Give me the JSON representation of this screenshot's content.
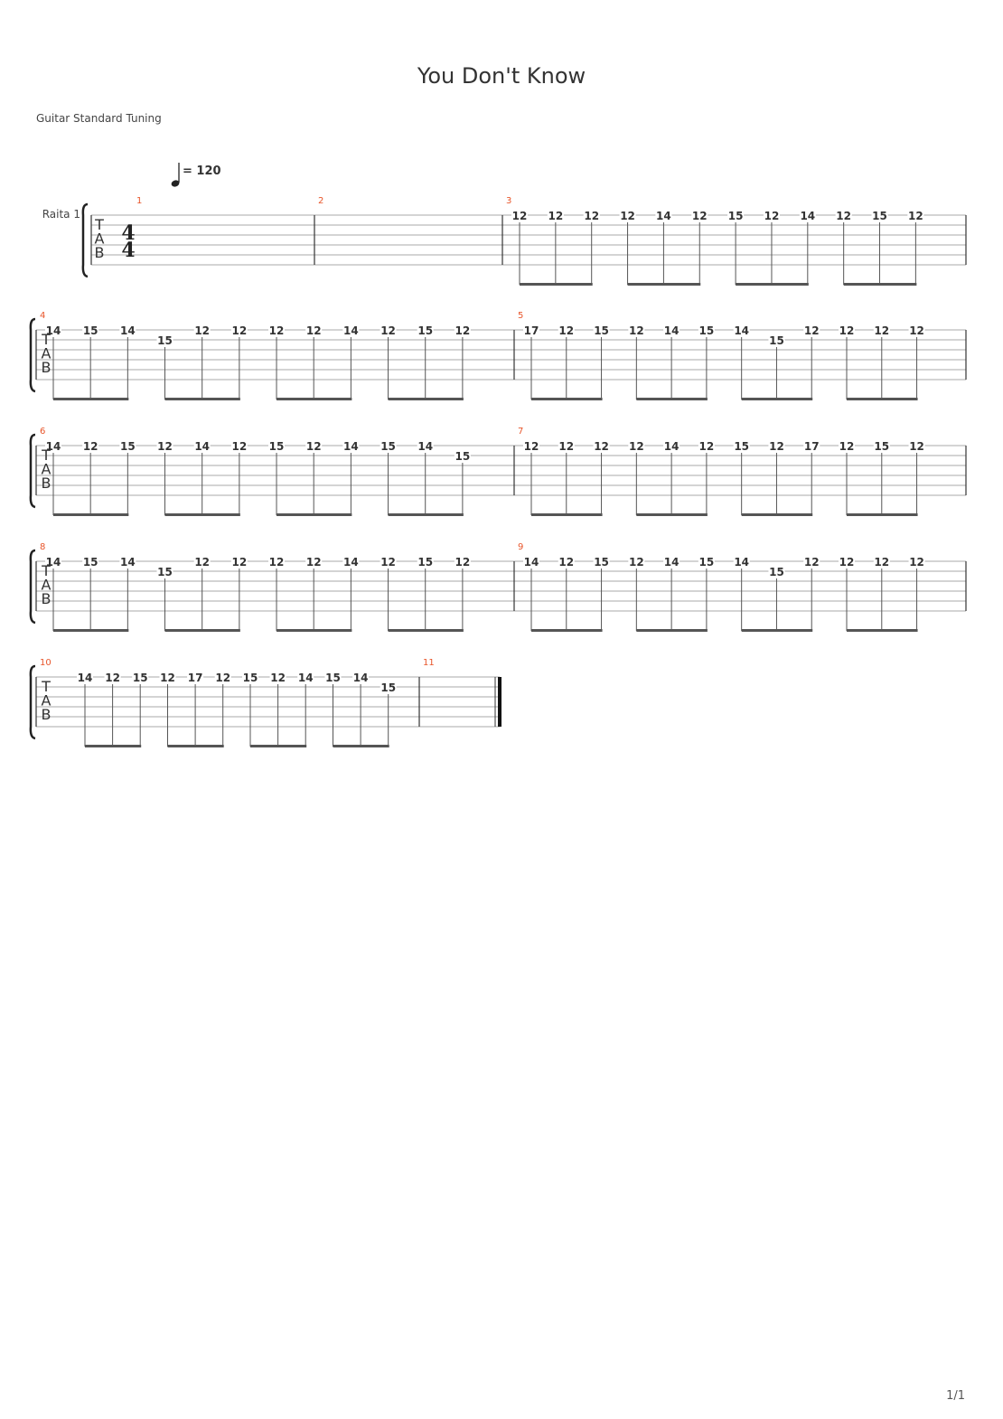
{
  "title": "You Don't Know",
  "tuning": "Guitar Standard Tuning",
  "tempo": "= 120",
  "track_name": "Raita 1",
  "time_signature": {
    "top": "4",
    "bottom": "4"
  },
  "tab_letters": [
    "T",
    "A",
    "B"
  ],
  "page_number": "1/1",
  "colors": {
    "measure_number": "#e8552a",
    "text": "#333333",
    "staff_line": "#999999"
  },
  "measures": [
    {
      "number": "1",
      "notes": []
    },
    {
      "number": "2",
      "notes": []
    },
    {
      "number": "3",
      "notes": [
        {
          "fret": "12",
          "string": 1
        },
        {
          "fret": "12",
          "string": 1
        },
        {
          "fret": "12",
          "string": 1
        },
        {
          "fret": "12",
          "string": 1
        },
        {
          "fret": "14",
          "string": 1
        },
        {
          "fret": "12",
          "string": 1
        },
        {
          "fret": "15",
          "string": 1
        },
        {
          "fret": "12",
          "string": 1
        },
        {
          "fret": "14",
          "string": 1
        },
        {
          "fret": "12",
          "string": 1
        },
        {
          "fret": "15",
          "string": 1
        },
        {
          "fret": "12",
          "string": 1
        }
      ]
    },
    {
      "number": "4",
      "notes": [
        {
          "fret": "14",
          "string": 1
        },
        {
          "fret": "15",
          "string": 1
        },
        {
          "fret": "14",
          "string": 1
        },
        {
          "fret": "15",
          "string": 2
        },
        {
          "fret": "12",
          "string": 1
        },
        {
          "fret": "12",
          "string": 1
        },
        {
          "fret": "12",
          "string": 1
        },
        {
          "fret": "12",
          "string": 1
        },
        {
          "fret": "14",
          "string": 1
        },
        {
          "fret": "12",
          "string": 1
        },
        {
          "fret": "15",
          "string": 1
        },
        {
          "fret": "12",
          "string": 1
        }
      ]
    },
    {
      "number": "5",
      "notes": [
        {
          "fret": "17",
          "string": 1
        },
        {
          "fret": "12",
          "string": 1
        },
        {
          "fret": "15",
          "string": 1
        },
        {
          "fret": "12",
          "string": 1
        },
        {
          "fret": "14",
          "string": 1
        },
        {
          "fret": "15",
          "string": 1
        },
        {
          "fret": "14",
          "string": 1
        },
        {
          "fret": "15",
          "string": 2
        },
        {
          "fret": "12",
          "string": 1
        },
        {
          "fret": "12",
          "string": 1
        },
        {
          "fret": "12",
          "string": 1
        },
        {
          "fret": "12",
          "string": 1
        }
      ]
    },
    {
      "number": "6",
      "notes": [
        {
          "fret": "14",
          "string": 1
        },
        {
          "fret": "12",
          "string": 1
        },
        {
          "fret": "15",
          "string": 1
        },
        {
          "fret": "12",
          "string": 1
        },
        {
          "fret": "14",
          "string": 1
        },
        {
          "fret": "12",
          "string": 1
        },
        {
          "fret": "15",
          "string": 1
        },
        {
          "fret": "12",
          "string": 1
        },
        {
          "fret": "14",
          "string": 1
        },
        {
          "fret": "15",
          "string": 1
        },
        {
          "fret": "14",
          "string": 1
        },
        {
          "fret": "15",
          "string": 2
        }
      ]
    },
    {
      "number": "7",
      "notes": [
        {
          "fret": "12",
          "string": 1
        },
        {
          "fret": "12",
          "string": 1
        },
        {
          "fret": "12",
          "string": 1
        },
        {
          "fret": "12",
          "string": 1
        },
        {
          "fret": "14",
          "string": 1
        },
        {
          "fret": "12",
          "string": 1
        },
        {
          "fret": "15",
          "string": 1
        },
        {
          "fret": "12",
          "string": 1
        },
        {
          "fret": "17",
          "string": 1
        },
        {
          "fret": "12",
          "string": 1
        },
        {
          "fret": "15",
          "string": 1
        },
        {
          "fret": "12",
          "string": 1
        }
      ]
    },
    {
      "number": "8",
      "notes": [
        {
          "fret": "14",
          "string": 1
        },
        {
          "fret": "15",
          "string": 1
        },
        {
          "fret": "14",
          "string": 1
        },
        {
          "fret": "15",
          "string": 2
        },
        {
          "fret": "12",
          "string": 1
        },
        {
          "fret": "12",
          "string": 1
        },
        {
          "fret": "12",
          "string": 1
        },
        {
          "fret": "12",
          "string": 1
        },
        {
          "fret": "14",
          "string": 1
        },
        {
          "fret": "12",
          "string": 1
        },
        {
          "fret": "15",
          "string": 1
        },
        {
          "fret": "12",
          "string": 1
        }
      ]
    },
    {
      "number": "9",
      "notes": [
        {
          "fret": "14",
          "string": 1
        },
        {
          "fret": "12",
          "string": 1
        },
        {
          "fret": "15",
          "string": 1
        },
        {
          "fret": "12",
          "string": 1
        },
        {
          "fret": "14",
          "string": 1
        },
        {
          "fret": "15",
          "string": 1
        },
        {
          "fret": "14",
          "string": 1
        },
        {
          "fret": "15",
          "string": 2
        },
        {
          "fret": "12",
          "string": 1
        },
        {
          "fret": "12",
          "string": 1
        },
        {
          "fret": "12",
          "string": 1
        },
        {
          "fret": "12",
          "string": 1
        }
      ]
    },
    {
      "number": "10",
      "notes": [
        {
          "fret": "14",
          "string": 1
        },
        {
          "fret": "12",
          "string": 1
        },
        {
          "fret": "15",
          "string": 1
        },
        {
          "fret": "12",
          "string": 1
        },
        {
          "fret": "17",
          "string": 1
        },
        {
          "fret": "12",
          "string": 1
        },
        {
          "fret": "15",
          "string": 1
        },
        {
          "fret": "12",
          "string": 1
        },
        {
          "fret": "14",
          "string": 1
        },
        {
          "fret": "15",
          "string": 1
        },
        {
          "fret": "14",
          "string": 1
        },
        {
          "fret": "15",
          "string": 2
        }
      ]
    },
    {
      "number": "11",
      "notes": []
    }
  ]
}
